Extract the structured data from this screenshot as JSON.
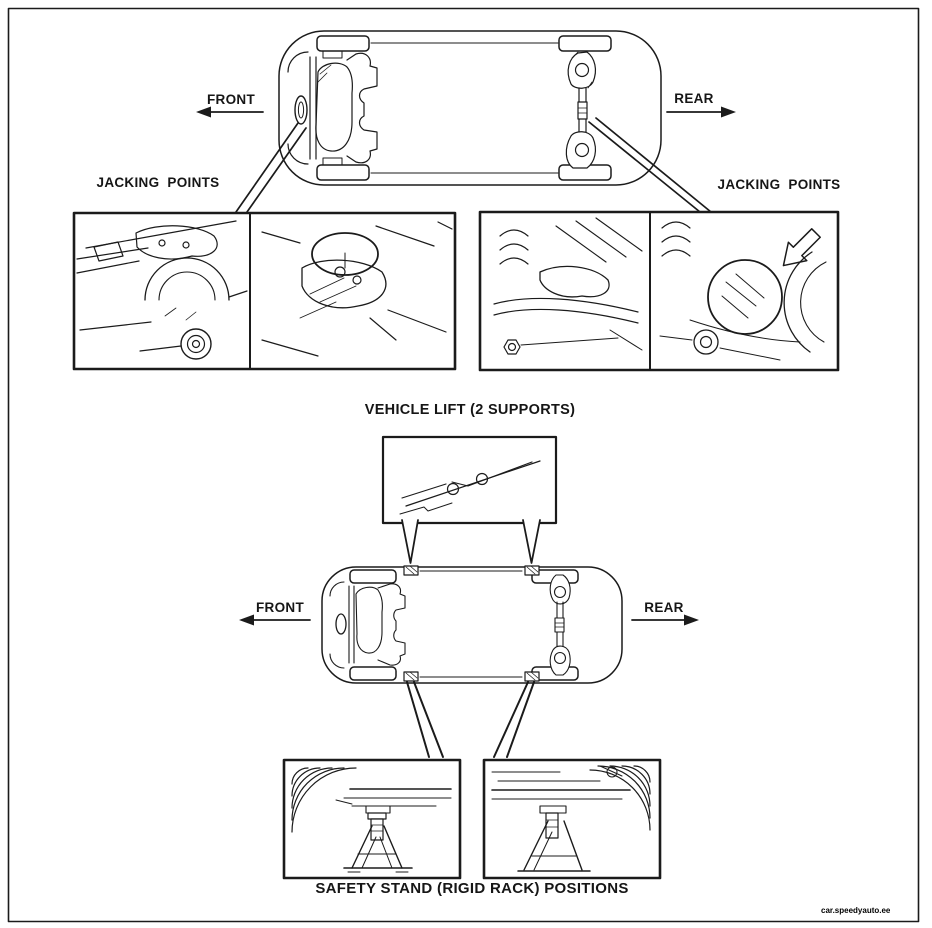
{
  "colors": {
    "ink": "#1b1b1b",
    "paper": "#ffffff"
  },
  "top_section": {
    "front_label": "FRONT",
    "rear_label": "REAR",
    "jacking_points_left": "JACKING POINTS",
    "jacking_points_right": "JACKING POINTS"
  },
  "lift_section": {
    "title": "VEHICLE LIFT (2 SUPPORTS)",
    "front_label": "FRONT",
    "rear_label": "REAR"
  },
  "safety_section": {
    "caption": "SAFETY STAND (RIGID RACK) POSITIONS"
  },
  "watermark": "car.speedyauto.ee",
  "icons": {
    "front_arrow": "arrow-left-icon",
    "rear_arrow": "arrow-right-icon",
    "jack_point_highlight": "circle-callout-icon",
    "rear_detail_arrow": "outline-arrow-down-left-icon",
    "lift_pads": "hatched-pad-icon"
  }
}
